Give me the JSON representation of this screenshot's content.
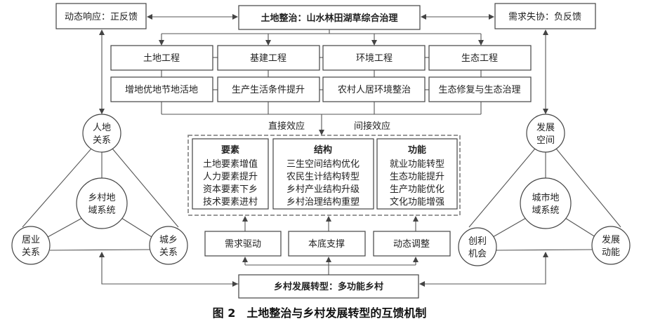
{
  "top": {
    "left": "动态响应：正反馈",
    "center": "土地整治：山水林田湖草综合治理",
    "right": "需求失协：负反馈"
  },
  "projects": [
    {
      "name": "土地工程",
      "detail": "增地优地节地活地"
    },
    {
      "name": "基建工程",
      "detail": "生产生活条件提升"
    },
    {
      "name": "环境工程",
      "detail": "农村人居环境整治"
    },
    {
      "name": "生态工程",
      "detail": "生态修复与生态治理"
    }
  ],
  "effects": {
    "direct": "直接效应",
    "indirect": "间接效应"
  },
  "panels": [
    {
      "title": "要素",
      "items": [
        "土地要素增值",
        "人力要素提升",
        "资本要素下乡",
        "技术要素进村"
      ]
    },
    {
      "title": "结构",
      "items": [
        "三生空间结构优化",
        "农民生计结构转型",
        "乡村产业结构升级",
        "乡村治理结构重塑"
      ]
    },
    {
      "title": "功能",
      "items": [
        "就业功能转型",
        "生态功能提升",
        "生产功能优化",
        "文化功能增强"
      ]
    }
  ],
  "drivers": [
    "需求驱动",
    "本底支撑",
    "动态调整"
  ],
  "bottom": "乡村发展转型：多功能乡村",
  "rural": {
    "top": [
      "人地",
      "关系"
    ],
    "center": [
      "乡村地",
      "域系统"
    ],
    "left": [
      "居业",
      "关系"
    ],
    "right": [
      "城乡",
      "关系"
    ]
  },
  "urban": {
    "top": [
      "发展",
      "空间"
    ],
    "center": [
      "城市地",
      "域系统"
    ],
    "left": [
      "创利",
      "机会"
    ],
    "right": [
      "发展",
      "动能"
    ]
  },
  "caption": "图 2　土地整治与乡村发展转型的互馈机制"
}
